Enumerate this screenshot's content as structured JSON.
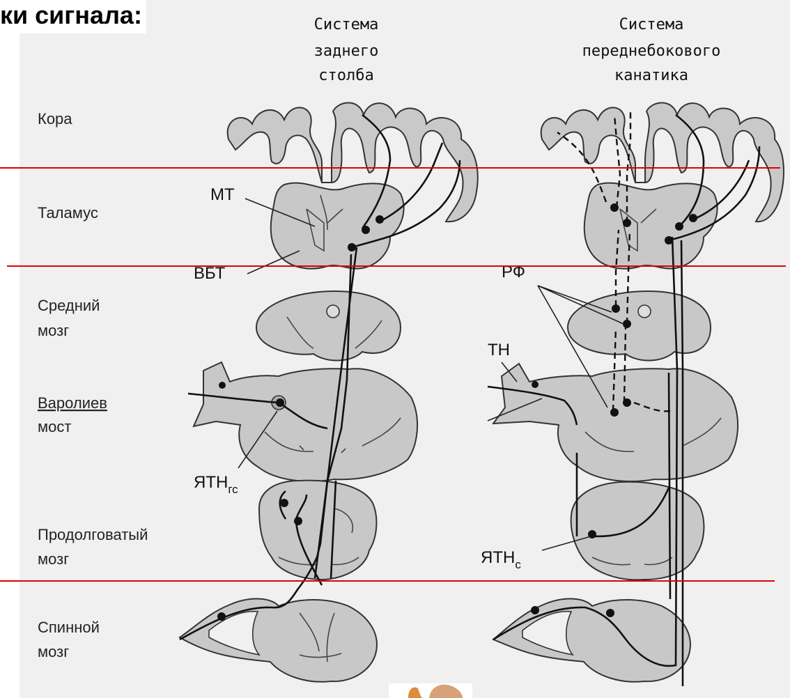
{
  "title": "ки сигнала:",
  "columns": {
    "left": [
      "Система",
      "заднего",
      "столба"
    ],
    "right": [
      "Система",
      "переднебокового",
      "канатика"
    ]
  },
  "levels": {
    "cortex": [
      "Кора"
    ],
    "thalamus": [
      "Таламус"
    ],
    "midbrain": [
      "Средний",
      "мозг"
    ],
    "pons": [
      "Варолиев",
      "мост"
    ],
    "medulla": [
      "Продолговатый",
      "мозг"
    ],
    "spinal": [
      "Спинной",
      "мозг"
    ]
  },
  "labels": {
    "mt": "МТ",
    "vbt": "ВБТ",
    "rf": "РФ",
    "tn": "ТН",
    "ytn_gs_main": "ЯТН",
    "ytn_gs_sub": "гс",
    "ytn_s_main": "ЯТН",
    "ytn_s_sub": "с"
  },
  "colors": {
    "separator": "#e00000",
    "tissue": "#c8c8c8",
    "background": "#f0f0f0"
  }
}
